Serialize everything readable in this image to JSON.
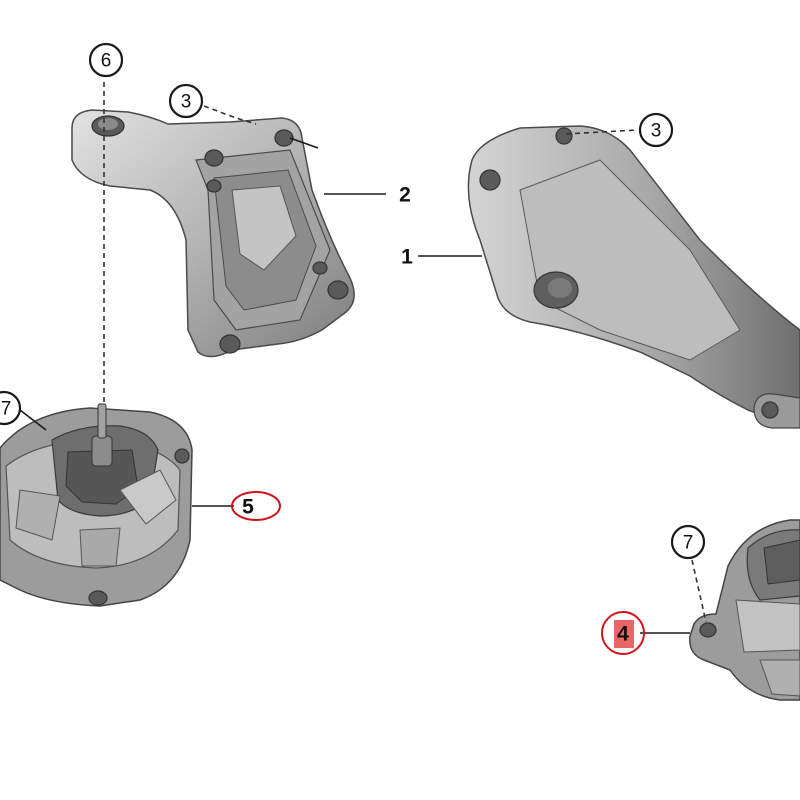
{
  "callouts": {
    "c6": "6",
    "c3a": "3",
    "c3b": "3",
    "c7a": "7",
    "c7b": "7"
  },
  "labels": {
    "l1": "1",
    "l2": "2",
    "l4": "4",
    "l5": "5"
  },
  "colors": {
    "highlight_red": "#d0141b",
    "highlight_fill": "#e64a4a",
    "metal_light": "#c9c9c9",
    "metal_mid": "#9e9e9e",
    "metal_dark": "#6b6b6b"
  }
}
